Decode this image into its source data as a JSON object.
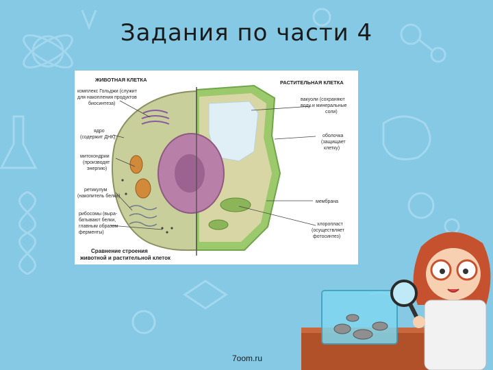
{
  "slide": {
    "title": "Задания по части 4",
    "footer": "7oom.ru"
  },
  "figure": {
    "animal_header": "ЖИВОТНАЯ КЛЕТКА",
    "plant_header": "РАСТИТЕЛЬНАЯ КЛЕТКА",
    "caption_line1": "Сравнение строения",
    "caption_line2": "животной и растительной клеток",
    "left_labels": [
      {
        "lines": [
          "комплекс Гольджи (служит",
          "для накопления продуктов",
          "биосинтеза)"
        ]
      },
      {
        "lines": [
          "ядро",
          "(содержит ДНК)"
        ]
      },
      {
        "lines": [
          "митохондрии",
          "(производят",
          "энергию)"
        ]
      },
      {
        "lines": [
          "ретикулум",
          "(накопитель белка)"
        ]
      },
      {
        "lines": [
          "рибосомы (выра-",
          "батывают белки,",
          "главным образом",
          "ферменты)"
        ]
      }
    ],
    "right_labels": [
      {
        "lines": [
          "вакуоли (сохраняют",
          "воду и минеральные",
          "соли)"
        ]
      },
      {
        "lines": [
          "оболочка",
          "(защищает",
          "клетку)"
        ]
      },
      {
        "lines": [
          "мембрана"
        ]
      },
      {
        "lines": [
          "хлоропласт",
          "(осуществляет",
          "фотосинтез)"
        ]
      }
    ]
  },
  "colors": {
    "background": "#86c9e4",
    "cell_wall": "#9cc96b",
    "cytoplasm": "#c8cf9a",
    "nucleus": "#b87fa8",
    "vacuole": "#dfeff5"
  }
}
